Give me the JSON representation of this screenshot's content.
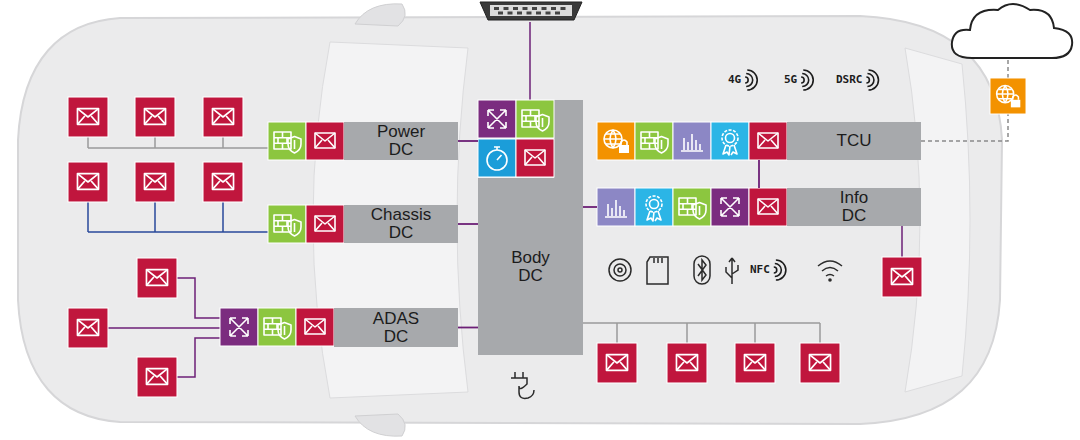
{
  "diagram": {
    "nodes": [
      {
        "text": [
          "Power DC"
        ]
      },
      {
        "text": [
          "Chassis DC"
        ]
      },
      {
        "text": [
          "ADAS DC"
        ]
      },
      {
        "text": [
          "Body DC"
        ]
      },
      {
        "text": [
          "TCU"
        ]
      },
      {
        "text": [
          "Info DC"
        ]
      }
    ],
    "edges": [
      {
        "from": 0,
        "to": 3,
        "arrow": "none"
      },
      {
        "from": 1,
        "to": 3,
        "arrow": "none"
      },
      {
        "from": 2,
        "to": 3,
        "arrow": "none"
      },
      {
        "from": 3,
        "to": 5,
        "arrow": "none"
      },
      {
        "from": 4,
        "to": 5,
        "arrow": "none"
      }
    ],
    "labels": [
      "4G",
      "5G",
      "DSRC",
      "NFC"
    ]
  }
}
